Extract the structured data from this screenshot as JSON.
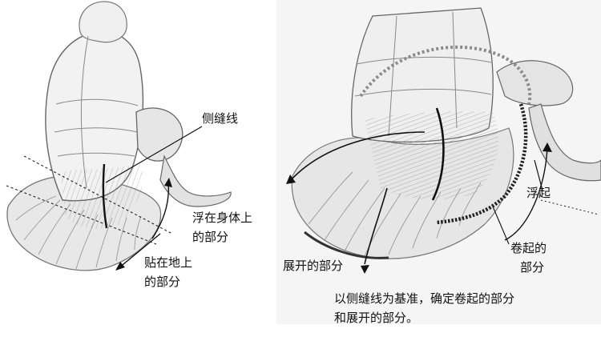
{
  "left": {
    "side_seam_label": "侧缝线",
    "floating_label_line1": "浮在身体上",
    "floating_label_line2": "的部分",
    "ground_label_line1": "贴在地上",
    "ground_label_line2": "的部分"
  },
  "right": {
    "float_up_label": "浮起",
    "rolled_label_line1": "卷起的",
    "rolled_label_line2": "部分",
    "spread_label": "展开的部分",
    "caption_line1": "以侧缝线为基准，确定卷起的部分",
    "caption_line2": "和展开的部分。"
  },
  "colors": {
    "ink": "#111111",
    "pencil": "#8a8a8a",
    "shade": "#cfcfcf"
  }
}
